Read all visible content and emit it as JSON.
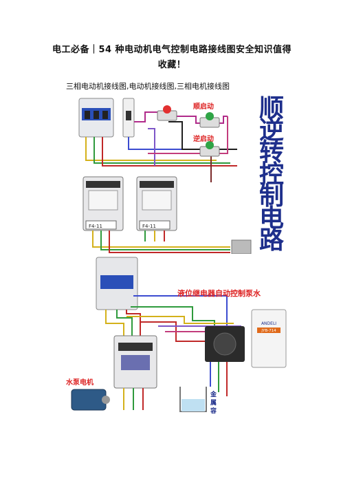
{
  "article": {
    "title": "电工必备｜54 种电动机电气控制电路接线图安全知识值得收藏！",
    "caption": "三相电动机接线图,电动机接线图,三相电机接线图"
  },
  "diagram1": {
    "vertical_text": [
      "顺",
      "逆",
      "转",
      "控",
      "制",
      "电",
      "路"
    ],
    "forward_label": "顺启动",
    "reverse_label": "逆启动",
    "contactor_tag": "F4-11"
  },
  "diagram2": {
    "title": "液位继电器自动控制泵水",
    "motor_label": "水泵电机",
    "metal_label": [
      "金",
      "属",
      "容"
    ],
    "relay_brand": "ANDELI",
    "relay_model": "JYB-714"
  }
}
